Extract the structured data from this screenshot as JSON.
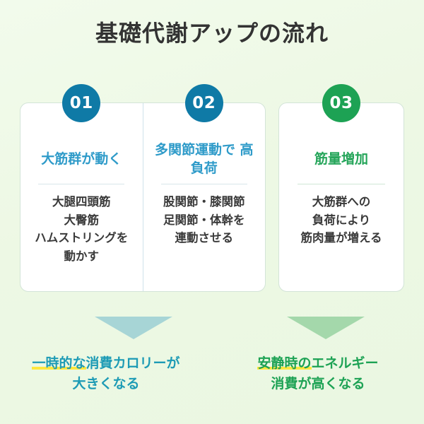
{
  "title": "基礎代謝アップの流れ",
  "colors": {
    "background": "#edf8e4",
    "badge_blue": "#0f7aa6",
    "badge_green": "#1da254",
    "heading_blue": "#2f9bc9",
    "heading_green": "#25a55a",
    "arrow_teal": "#a7d5d6",
    "arrow_green": "#a4d8ab",
    "highlight_yellow": "#ffe83f",
    "title_text": "#333333",
    "body_text": "#3a3a3a"
  },
  "cards": [
    {
      "number": "01",
      "heading": "大筋群が動く",
      "body": "大腿四頭筋\n大臀筋\nハムストリングを\n動かす"
    },
    {
      "number": "02",
      "heading": "多関節運動で\n高負荷",
      "body": "股関節・膝関節\n足関節・体幹を\n連動させる"
    },
    {
      "number": "03",
      "heading": "筋量増加",
      "body": "大筋群への\n負荷により\n筋肉量が増える"
    }
  ],
  "outcomes": [
    {
      "highlighted": "一時的な",
      "rest_line1": "消費カロリーが",
      "line2": "大きくなる"
    },
    {
      "highlighted": "安静時の",
      "rest_line1": "エネルギー",
      "line2": "消費が高くなる"
    }
  ]
}
